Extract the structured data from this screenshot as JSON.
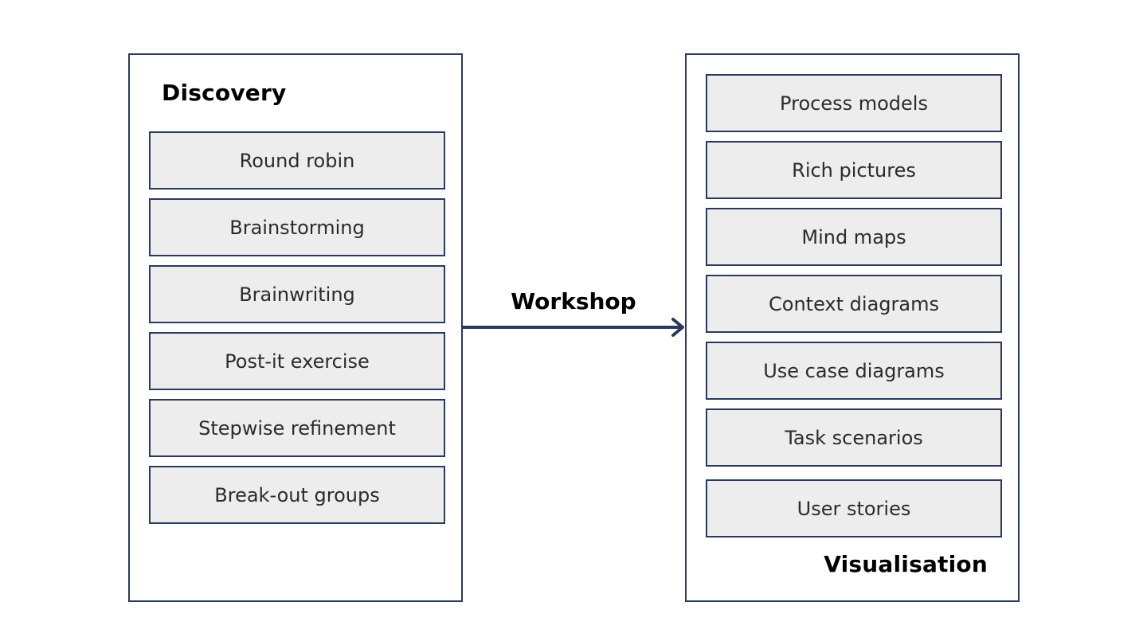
{
  "discovery": {
    "title": "Discovery",
    "items": [
      "Round robin",
      "Brainstorming",
      "Brainwriting",
      "Post-it exercise",
      "Stepwise refinement",
      "Break-out groups"
    ]
  },
  "connector": {
    "label": "Workshop"
  },
  "visualisation": {
    "title": "Visualisation",
    "items": [
      "Process models",
      "Rich pictures",
      "Mind maps",
      "Context diagrams",
      "Use case diagrams",
      "Task scenarios",
      "User stories"
    ]
  },
  "colors": {
    "border": "#2a3a5e",
    "box_fill": "#ededed",
    "arrow": "#2a3a5e"
  }
}
